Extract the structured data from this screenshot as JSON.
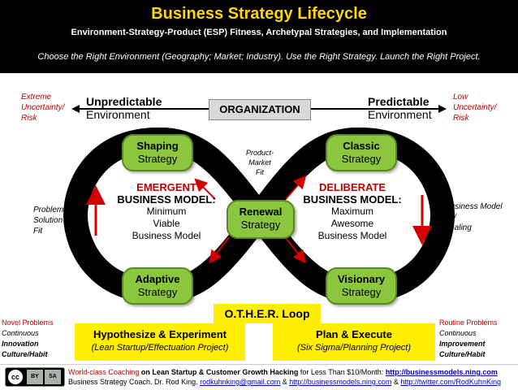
{
  "header": {
    "title": "Business Strategy Lifecycle",
    "subtitle": "Environment-Strategy-Product (ESP) Fitness,  Archetypal Strategies, and Implementation",
    "tagline": "Choose the Right Environment (Geography; Market; Industry). Use the Right Strategy.  Launch the Right Project."
  },
  "risk_left": [
    "Extreme",
    "Uncertainty/",
    "Risk"
  ],
  "risk_right": [
    "Low",
    "Uncertainty/",
    "Risk"
  ],
  "env_left": {
    "line1": "Unpredictable",
    "line2": "Environment"
  },
  "env_right": {
    "line1": "Predictable",
    "line2": "Environment"
  },
  "organization_label": "ORGANIZATION",
  "strategies": {
    "shaping": {
      "line1": "Shaping",
      "line2": "Strategy"
    },
    "classic": {
      "line1": "Classic",
      "line2": "Strategy"
    },
    "renewal": {
      "line1": "Renewal",
      "line2": "Strategy"
    },
    "adaptive": {
      "line1": "Adaptive",
      "line2": "Strategy"
    },
    "visionary": {
      "line1": "Visionary",
      "line2": "Strategy"
    }
  },
  "product_market_fit": [
    "Product-",
    "Market",
    "Fit"
  ],
  "problem_solution_fit": [
    "Problem-",
    "Solution",
    "Fit"
  ],
  "business_model_fit": [
    "Business Model",
    "Fit/",
    "Scaling"
  ],
  "emergent": {
    "line1": "EMERGENT",
    "line2": "BUSINESS MODEL:",
    "line3": "Minimum",
    "line4": "Viable",
    "line5": "Business Model"
  },
  "deliberate": {
    "line1": "DELIBERATE",
    "line2": "BUSINESS MODEL:",
    "line3": "Maximum",
    "line4": "Awesome",
    "line5": "Business Model"
  },
  "other_loop_label": "O.T.H.E.R. Loop",
  "hypothesize": {
    "title": "Hypothesize & Experiment",
    "subtitle": "(Lean Startup/Effectuation Project)"
  },
  "plan_execute": {
    "title": "Plan & Execute",
    "subtitle": "(Six Sigma/Planning Project)"
  },
  "novel_problems": {
    "heading": "Novel Problems",
    "line1": "Continuous",
    "line2": "Innovation",
    "line3": "Culture/Habit"
  },
  "routine_problems": {
    "heading": "Routine Problems",
    "line1": "Continuous",
    "line2": "Improvement",
    "line3": "Culture/Habit"
  },
  "footer": {
    "cc_label": "cc",
    "by_label": "BY",
    "sa_label": "SA",
    "line1_pre": "World-class Coaching ",
    "line1_bold": "on Lean Startup & Customer Growth Hacking",
    "line1_mid": " for Less Than $10/Month: ",
    "line1_link": "http://businessmodels.ning.com",
    "line2_pre": "Business Strategy Coach. Dr. Rod King. ",
    "line2_email": "rodkuhnking@gmail.com",
    "amp1": " & ",
    "line2_link1": "http://businessmodels.ning.com",
    "amp2": " & ",
    "line2_link2": "http://twitter.com/RodKuhnKing"
  },
  "colors": {
    "title_yellow": "#ffd700",
    "accent_red": "#c00000",
    "strategy_green": "#8cc63f",
    "loop_black": "#000000",
    "band_yellow": "#ffee00"
  }
}
